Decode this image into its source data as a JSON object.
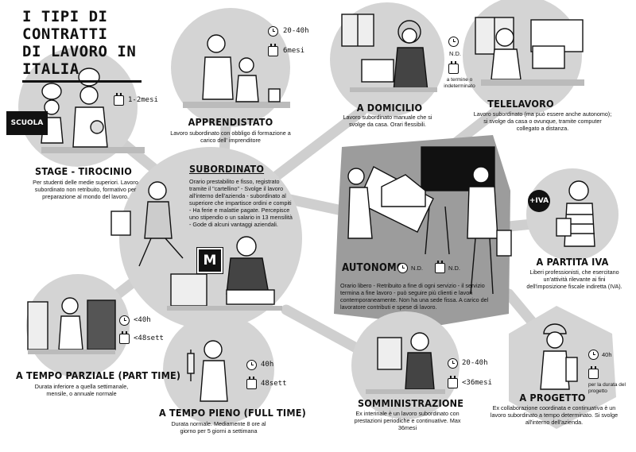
{
  "title": {
    "line1": "I TIPI DI CONTRATTI",
    "line2": "DI LAVORO IN ITALIA"
  },
  "colors": {
    "node_fill": "#d4d4d4",
    "autonomo_fill": "#9c9c9c",
    "connector": "#cfcfcf",
    "ink": "#111111"
  },
  "nodes": {
    "stage": {
      "heading": "STAGE - TIROCINIO",
      "description": "Per studenti delle medie superiori. Lavoro subordinato non retribuito, formativo per preparazione al mondo del lavoro.",
      "duration": "1-2mesi",
      "badge": "SCUOLA"
    },
    "apprendistato": {
      "heading": "APPRENDISTATO",
      "description": "Lavoro subordinato con obbligo di formazione a carico dell' imprenditore",
      "hours": "20-40h",
      "duration": "6mesi"
    },
    "domicilio": {
      "heading": "A DOMICILIO",
      "description": "Lavoro subordinato manuale che si svolge da casa. Orari flessibili.",
      "hours": "N.D.",
      "duration": "a termine o indeterminato"
    },
    "telelavoro": {
      "heading": "TELELAVORO",
      "description": "Lavoro subordinato (ma può essere anche autonomo); si svolge da casa o ovunque, tramite computer collegato a distanza."
    },
    "subordinato": {
      "heading": "SUBORDINATO",
      "description": "Orario prestabilito e fisso, registrato tramite il \"cartellino\" - Svolge il lavoro all'interno dell'azienda - subordinato al superiore che impartisce ordini e compiti - Ha ferie e malattie pagate. Percepisce uno stipendio o un salario in 13 mensilità - Gode di alcuni vantaggi aziendali.",
      "logo_letter": "M"
    },
    "autonomo": {
      "heading": "AUTONOMO",
      "hours": "N.D.",
      "duration": "N.D.",
      "description": "Orario libero - Retribuito a fine di ogni servizio - il servizio termina a fine lavoro - può seguire più clienti e lavori contemporaneamente. Non ha una sede fissa. A carico del lavoratore contributi e spese di lavoro."
    },
    "partita_iva": {
      "heading": "A PARTITA IVA",
      "description": "Liberi professionisti, che esercitano un'attività rilevante ai fini dell'imposizione fiscale indiretta (IVA).",
      "badge": "+IVA"
    },
    "part_time": {
      "heading": "A TEMPO PARZIALE (PART TIME)",
      "description": "Durata inferiore a quella settimanale, mensile, o annuale normale",
      "hours": "<40h",
      "duration": "<48sett"
    },
    "full_time": {
      "heading": "A TEMPO PIENO (FULL TIME)",
      "description": "Durata normale. Mediamente 8 ore al giorno per 5 giorni a settimana",
      "hours": "40h",
      "duration": "48sett"
    },
    "somministrazione": {
      "heading": "SOMMINISTRAZIONE",
      "description": "Ex interinale è un lavoro subordinato con prestazioni periodiche e continuative. Max 36mesi",
      "hours": "20-40h",
      "duration": "<36mesi"
    },
    "progetto": {
      "heading": "A PROGETTO",
      "description": "Ex collaborazione coordinata e continuativa è un lavoro subordinato a tempo determinato. Si svolge all'interno dell'azienda.",
      "hours": "40h",
      "duration": "per la durata del progetto"
    }
  }
}
